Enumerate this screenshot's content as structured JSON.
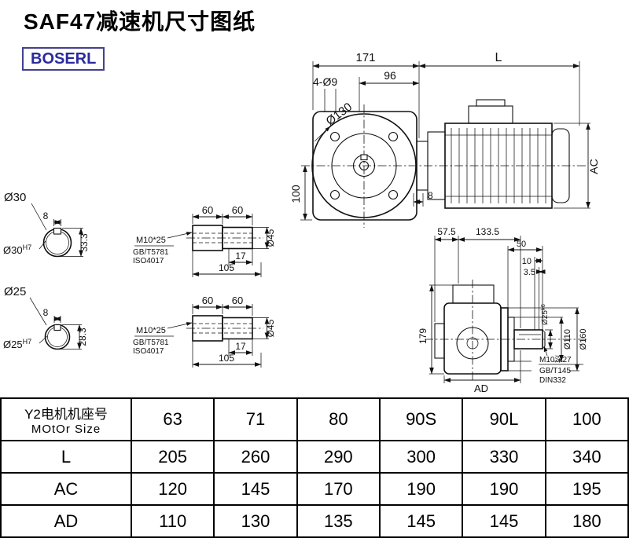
{
  "title": "SAF47减速机尺寸图纸",
  "brand": {
    "name": "BOSERL",
    "text_color": "#2a2a9e",
    "border_color": "#43418f"
  },
  "colors": {
    "line": "#111111",
    "background": "#ffffff",
    "table_border": "#000000"
  },
  "front_view": {
    "dim_total_gearbox": "171",
    "dim_motor_length": "L",
    "dim_96": "96",
    "bolt_holes": "4-Ø9",
    "flange_dia": "Ø130",
    "dim_center_height": "100",
    "dim_motor_height": "AC",
    "dim_flange_thickness": "8"
  },
  "bore_sections": [
    {
      "od_label": "Ø30",
      "bore_base": "Ø30",
      "bore_tol": "H7",
      "key_width": "8",
      "key_depth": "33.3"
    },
    {
      "od_label": "Ø25",
      "bore_base": "Ø25",
      "bore_tol": "H7",
      "key_width": "8",
      "key_depth": "28.3"
    }
  ],
  "shaft_details": [
    {
      "dim_60_left": "60",
      "dim_60_right": "60",
      "dim_17": "17",
      "dim_105": "105",
      "dia_45": "Ø45",
      "screw": "M10*25",
      "screw_std": "GB/T5781",
      "screw_iso": "ISO4017"
    },
    {
      "dim_60_left": "60",
      "dim_60_right": "60",
      "dim_17": "17",
      "dim_105": "105",
      "dia_45": "Ø45",
      "screw": "M10*25",
      "screw_std": "GB/T5781",
      "screw_iso": "ISO4017"
    }
  ],
  "side_view": {
    "dim_57_5": "57.5",
    "dim_133_5": "133.5",
    "dim_50": "50",
    "dim_10": "10",
    "dim_3_5": "3.5",
    "shaft_dia_base": "Ø25",
    "shaft_dia_tol": "k6",
    "dia_110": "Ø110",
    "dia_160": "Ø160",
    "dim_height": "179",
    "dim_ad": "AD",
    "tap": "M10深27",
    "tap_std": "GB/T145",
    "tap_din": "DIN332"
  },
  "table": {
    "header": {
      "line1": "Y2电机机座号",
      "line2": "MOtOr Size"
    },
    "sizes": [
      "63",
      "71",
      "80",
      "90S",
      "90L",
      "100"
    ],
    "rows": [
      {
        "label": "L",
        "values": [
          "205",
          "260",
          "290",
          "300",
          "330",
          "340"
        ]
      },
      {
        "label": "AC",
        "values": [
          "120",
          "145",
          "170",
          "190",
          "190",
          "195"
        ]
      },
      {
        "label": "AD",
        "values": [
          "110",
          "130",
          "135",
          "145",
          "145",
          "180"
        ]
      }
    ]
  }
}
